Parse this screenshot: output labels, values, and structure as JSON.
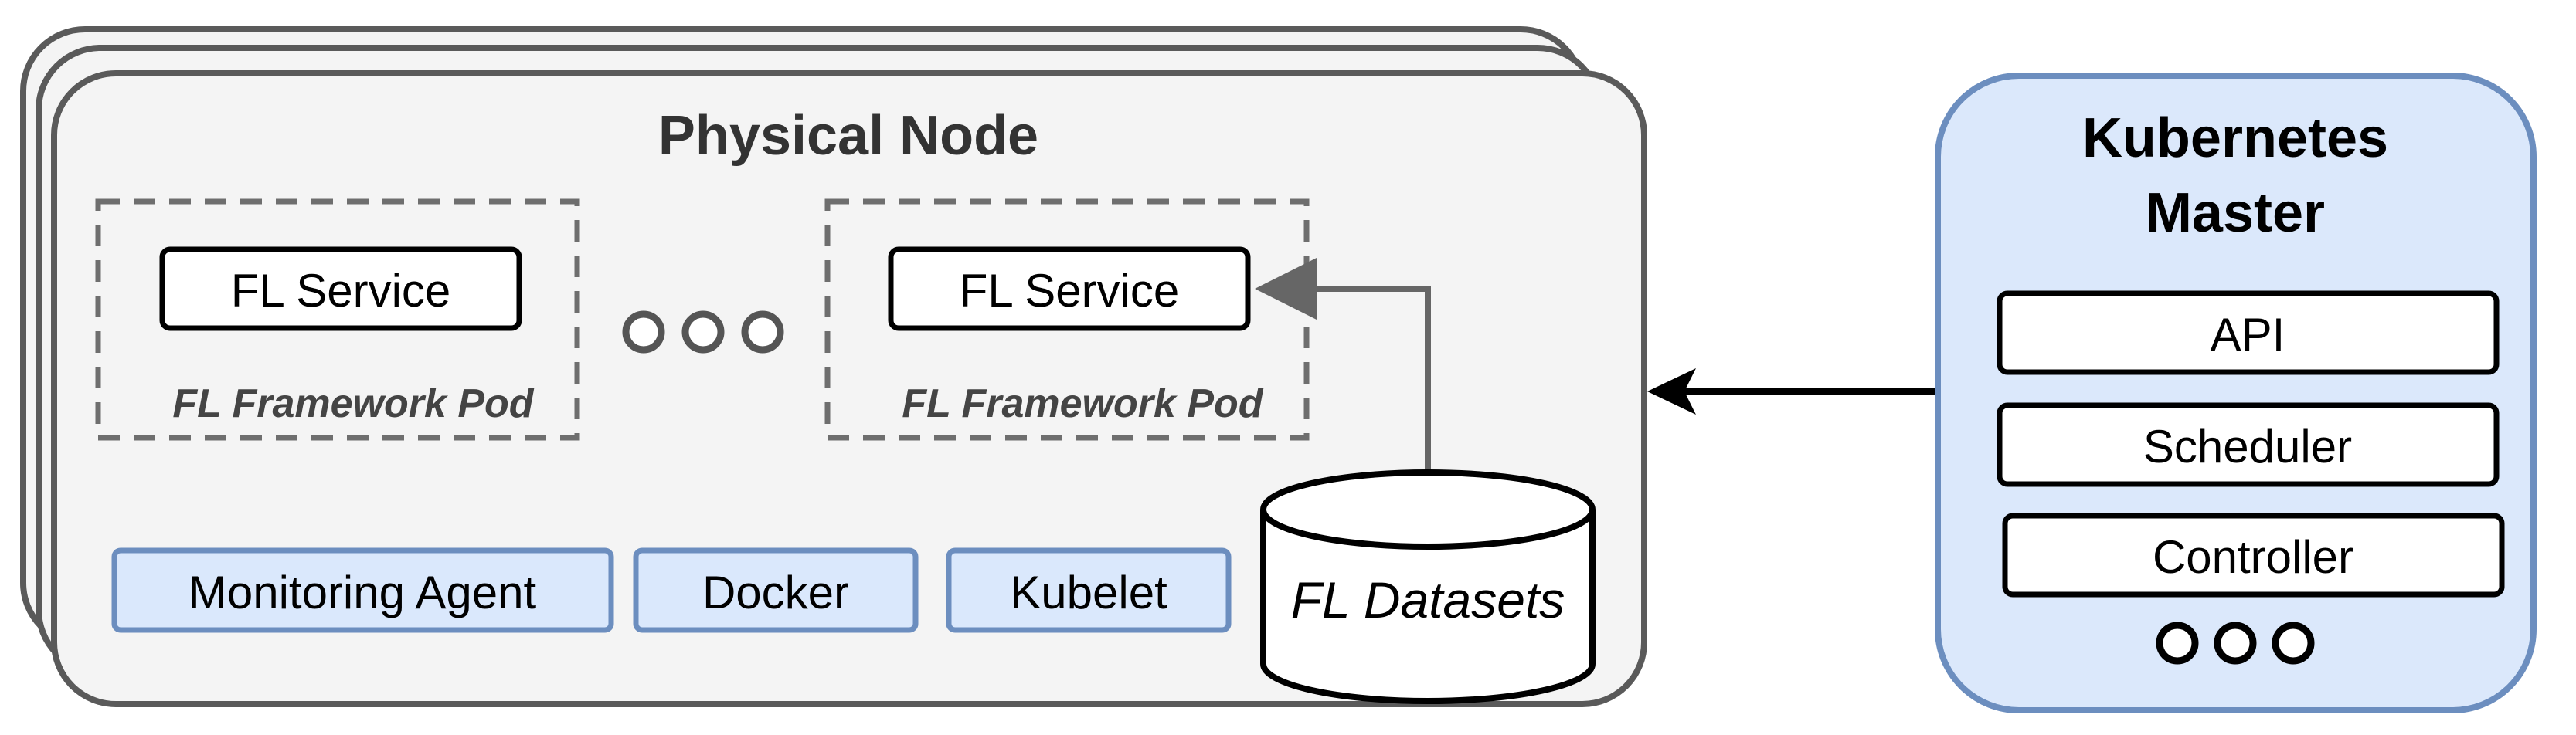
{
  "physical_node": {
    "title": "Physical Node",
    "pods": [
      {
        "service_label": "FL Service",
        "pod_label": "FL Framework Pod"
      },
      {
        "service_label": "FL Service",
        "pod_label": "FL Framework Pod"
      }
    ],
    "components": [
      {
        "label": "Monitoring Agent"
      },
      {
        "label": "Docker"
      },
      {
        "label": "Kubelet"
      }
    ],
    "datasets_label": "FL Datasets"
  },
  "kubernetes_master": {
    "title_line1": "Kubernetes",
    "title_line2": "Master",
    "components": [
      {
        "label": "API"
      },
      {
        "label": "Scheduler"
      },
      {
        "label": "Controller"
      }
    ]
  },
  "colors": {
    "node_fill": "#f4f4f4",
    "node_stroke": "#5a5a5a",
    "master_fill": "#dbe8fb",
    "master_stroke": "#6c8ebf",
    "component_fill": "#dae8fc",
    "component_stroke": "#6c8ebf",
    "text": "#000000",
    "title_text": "#333333"
  }
}
